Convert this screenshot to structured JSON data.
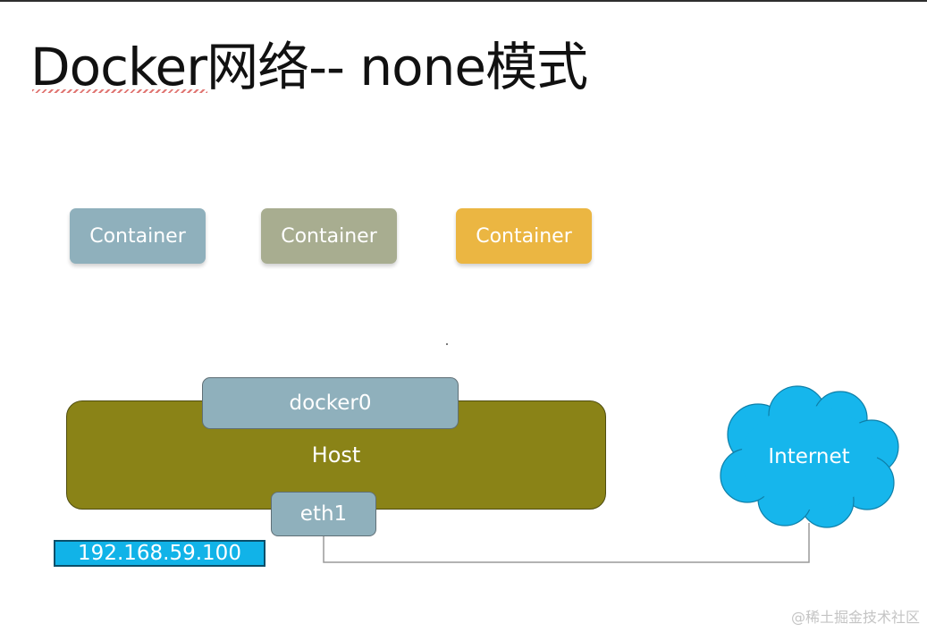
{
  "slide": {
    "title": "Docker网络-- none模式"
  },
  "containers": [
    {
      "label": "Container",
      "color": "#8fb0bc"
    },
    {
      "label": "Container",
      "color": "#a8ad90"
    },
    {
      "label": "Container",
      "color": "#ebb642"
    }
  ],
  "host": {
    "label": "Host",
    "color": "#8a8317"
  },
  "docker0": {
    "label": "docker0",
    "color": "#8fb0bc"
  },
  "eth1": {
    "label": "eth1",
    "color": "#8fb0bc"
  },
  "ip_address": {
    "label": "192.168.59.100",
    "color": "#11b3e8"
  },
  "internet": {
    "label": "Internet",
    "color": "#16b6ec"
  },
  "connection_line": {
    "color": "#9a9a9a"
  },
  "watermark": {
    "text": "@稀土掘金技术社区"
  }
}
